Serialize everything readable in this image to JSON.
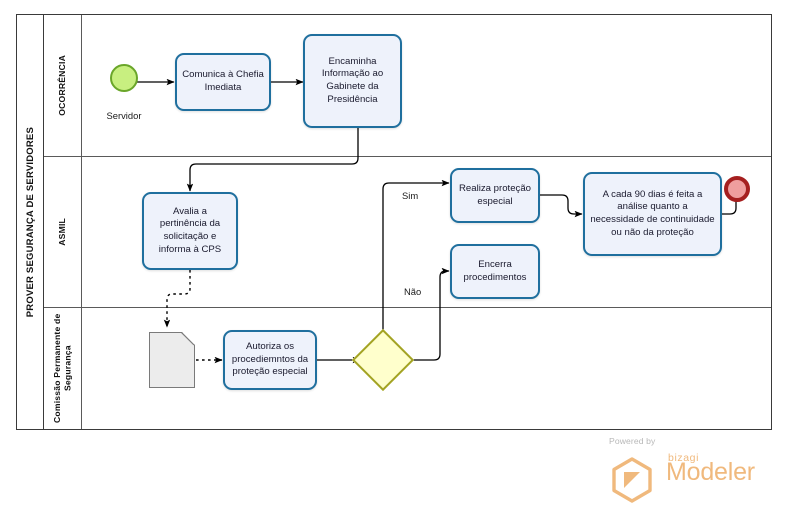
{
  "pool": {
    "title": "PROVER SEGURANÇA DE SERVIDORES",
    "lanes": [
      {
        "id": "ocorrencia",
        "label": "OCORRÊNCIA"
      },
      {
        "id": "asmil",
        "label": "ASMIL"
      },
      {
        "id": "cps",
        "label": "Comissão Permanente de Segurança"
      }
    ]
  },
  "events": {
    "start": {
      "name": "start-event",
      "label": "Servidor"
    },
    "end": {
      "name": "end-event",
      "label": ""
    }
  },
  "tasks": {
    "comunica": "Comunica à Chefia Imediata",
    "encaminha": "Encaminha Informação ao Gabinete da Presidência",
    "avalia": "Avalia a pertinência da solicitação e informa à CPS",
    "realiza": "Realiza proteção especial",
    "encerra": "Encerra procedimentos",
    "analise90": "A cada 90 dias é feita a análise quanto a necessidade de continuidade ou não da proteção",
    "autoriza": "Autoriza os procediemntos da proteção especial"
  },
  "gateway": {
    "name": "exclusive-gateway",
    "label": ""
  },
  "document": {
    "name": "document-artifact",
    "label": ""
  },
  "flow_labels": {
    "sim": "Sim",
    "nao": "Não"
  },
  "colors": {
    "task_fill": "#eef2fb",
    "task_border": "#1f6f9e",
    "start_fill": "#c8ef80",
    "start_border": "#6aa62a",
    "end_fill": "#ef9e9e",
    "end_border": "#a51f1f",
    "gateway_fill": "#ffffcc",
    "gateway_border": "#a3a324",
    "document_fill": "#ececec",
    "brand_orange": "#f0b97d"
  },
  "watermark": {
    "powered_by": "Powered by",
    "brand": "bizagi",
    "product": "Modeler"
  }
}
